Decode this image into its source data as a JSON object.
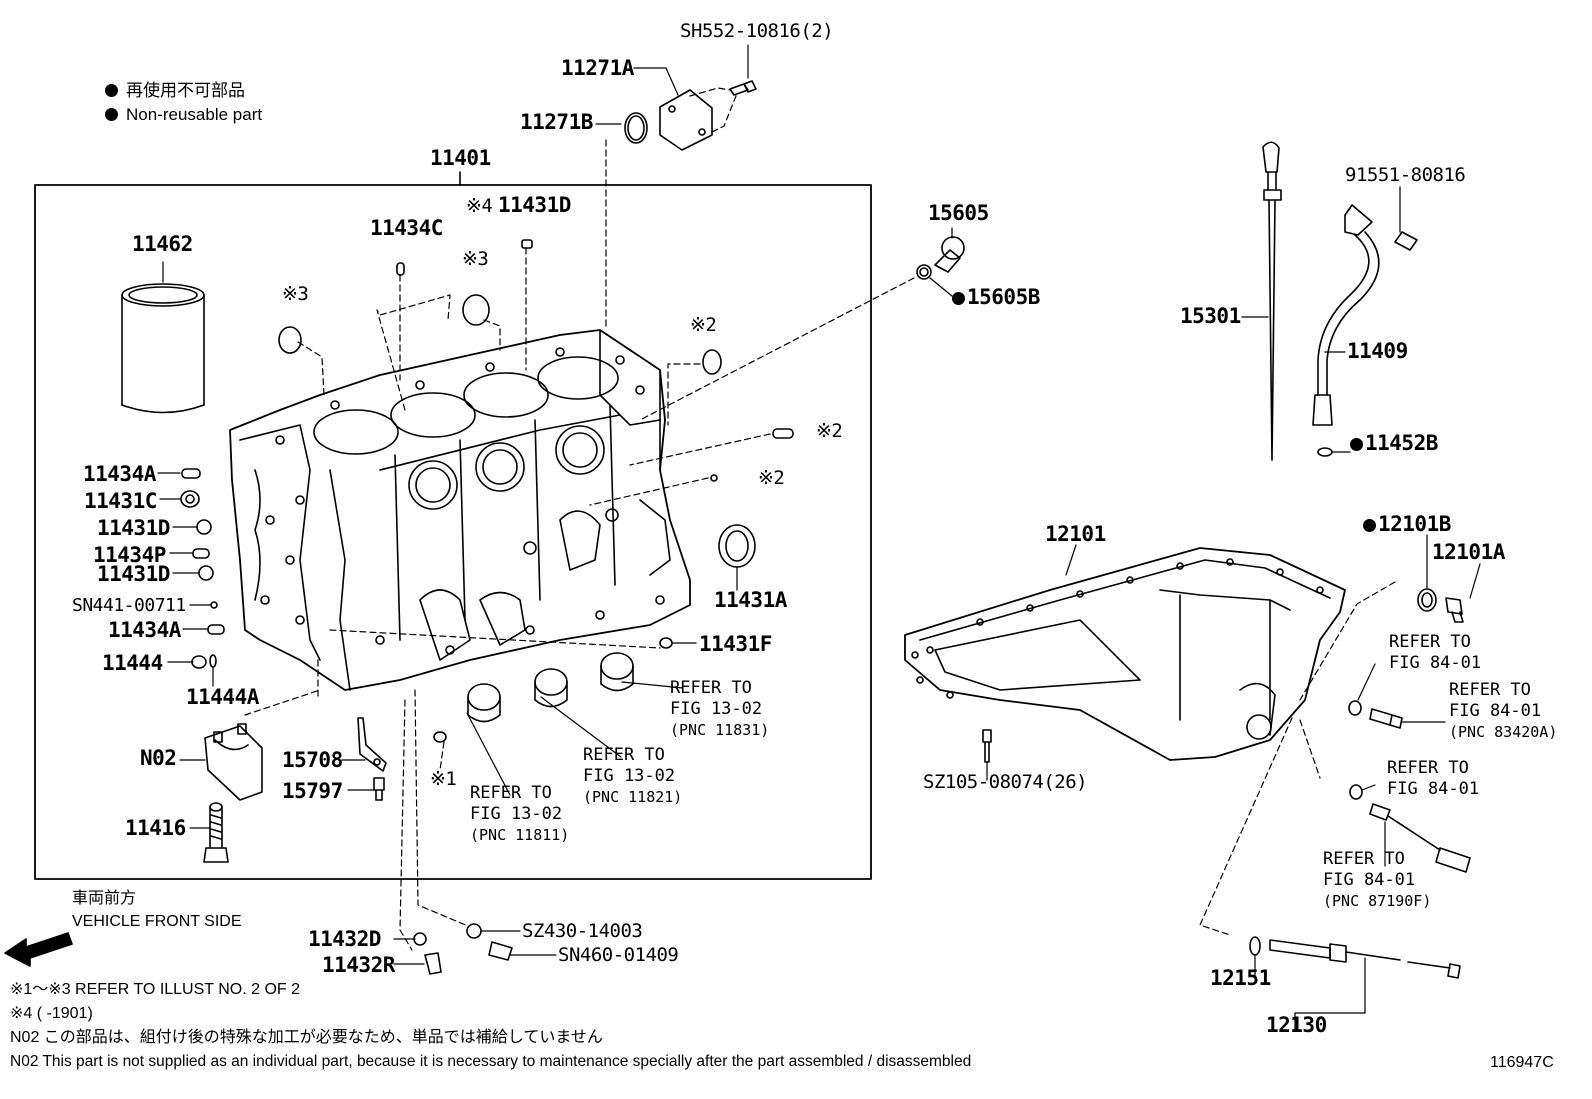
{
  "legend": {
    "jp": "再使用不可部品",
    "en": "Non-reusable part"
  },
  "vehicle_front": {
    "jp": "車両前方",
    "en": "VEHICLE FRONT SIDE"
  },
  "footnotes": [
    "※1〜※3  REFER TO ILLUST NO. 2 OF 2",
    "※4 (       -1901)",
    "N02  この部品は、組付け後の特殊な加工が必要なため、単品では補給していません",
    "N02  This part is not supplied as an individual part, because it is necessary to maintenance specially after the part assembled / disassembled"
  ],
  "illustration_number": "116947C",
  "labels": {
    "p11401": "11401",
    "p11462": "11462",
    "p11434C": "11434C",
    "p11431D_top": "11431D",
    "mark4": "※4",
    "mark3a": "※3",
    "mark3b": "※3",
    "mark2a": "※2",
    "mark2b": "※2",
    "mark2c": "※2",
    "mark1": "※1",
    "p11271A": "11271A",
    "p11271B": "11271B",
    "pSH552": "SH552-10816(2)",
    "p15605": "15605",
    "p15605B": "15605B",
    "p11434A_1": "11434A",
    "p11431C": "11431C",
    "p11431D_1": "11431D",
    "p11434P": "11434P",
    "p11431D_2": "11431D",
    "pSN441": "SN441-00711",
    "p11434A_2": "11434A",
    "p11444": "11444",
    "p11444A": "11444A",
    "pN02": "N02",
    "p15708": "15708",
    "p15797": "15797",
    "p11416": "11416",
    "p11431A": "11431A",
    "p11431F": "11431F",
    "p11432D": "11432D",
    "p11432R": "11432R",
    "pSZ430": "SZ430-14003",
    "pSN460": "SN460-01409",
    "p15301": "15301",
    "p91551": "91551-80816",
    "p11409": "11409",
    "p11452B": "11452B",
    "p12101": "12101",
    "p12101B": "12101B",
    "p12101A": "12101A",
    "pSZ105": "SZ105-08074(26)",
    "p12151": "12151",
    "p12130": "12130"
  },
  "refers": [
    {
      "line1": "REFER TO",
      "line2": "FIG 13-02",
      "line3": "(PNC 11831)"
    },
    {
      "line1": "REFER TO",
      "line2": "FIG 13-02",
      "line3": "(PNC 11821)"
    },
    {
      "line1": "REFER TO",
      "line2": "FIG 13-02",
      "line3": "(PNC 11811)"
    },
    {
      "line1": "REFER TO",
      "line2": "FIG 84-01",
      "line3": ""
    },
    {
      "line1": "REFER TO",
      "line2": "FIG 84-01",
      "line3": "(PNC 83420A)"
    },
    {
      "line1": "REFER TO",
      "line2": "FIG 84-01",
      "line3": ""
    },
    {
      "line1": "REFER TO",
      "line2": "FIG 84-01",
      "line3": "(PNC 87190F)"
    }
  ]
}
